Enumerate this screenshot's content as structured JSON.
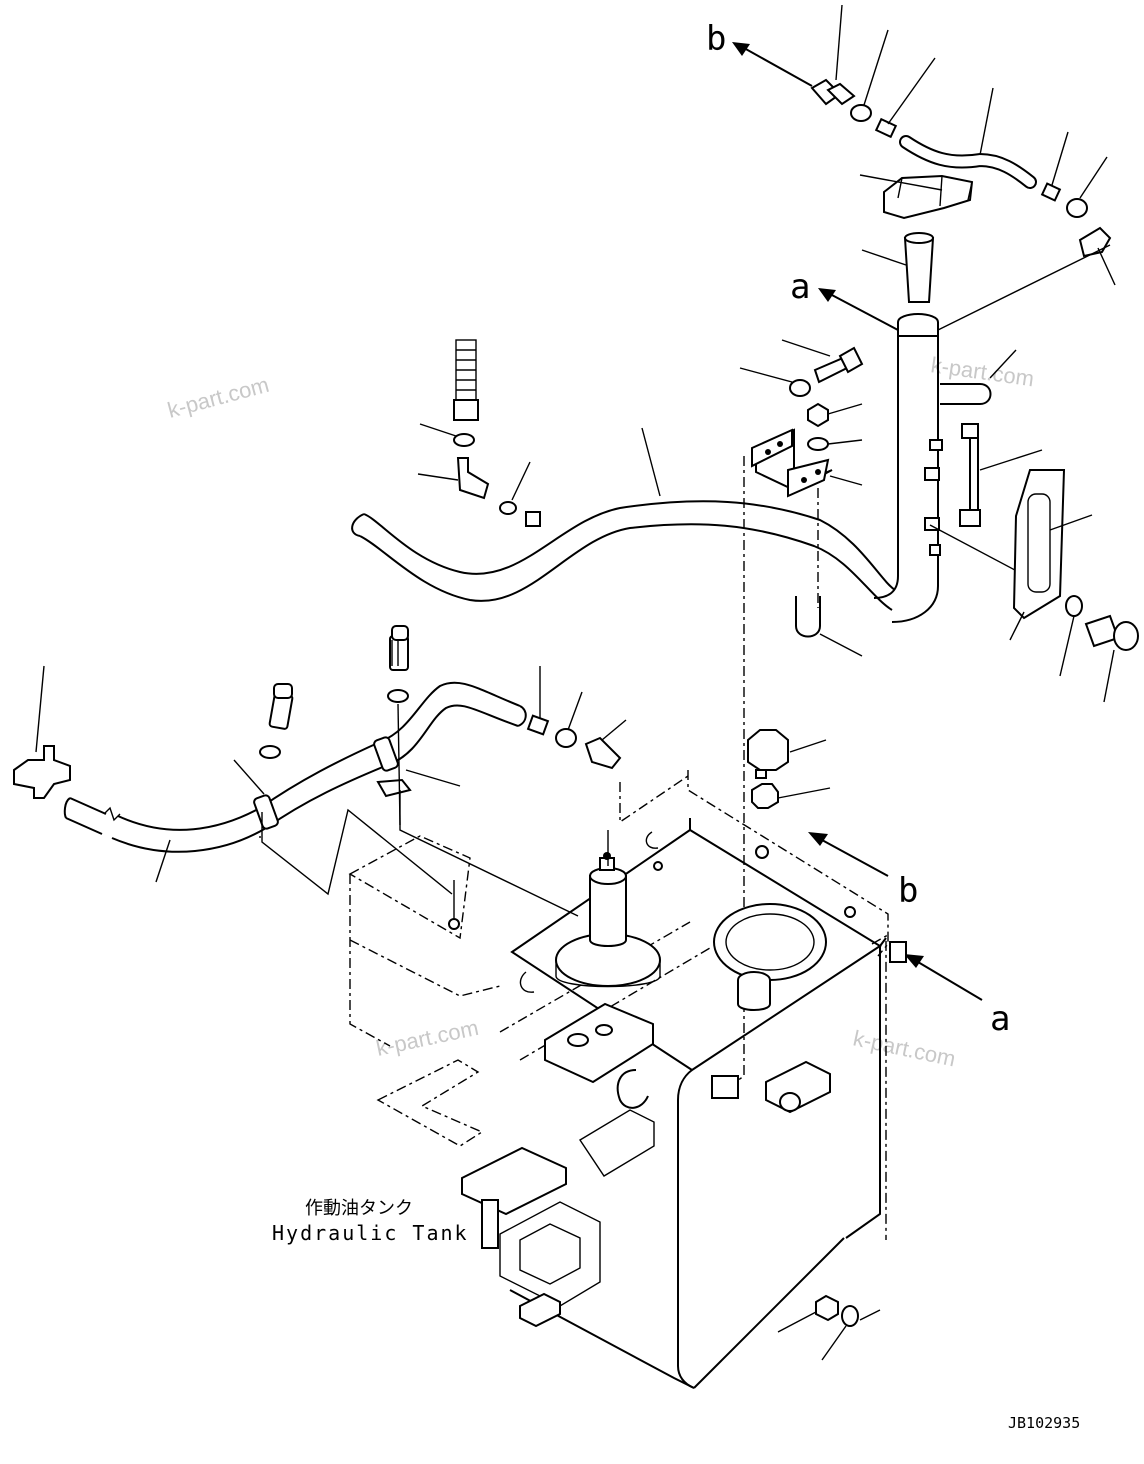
{
  "labels": {
    "arrow_b_top": "b",
    "arrow_a_top": "a",
    "arrow_b_bottom": "b",
    "arrow_a_bottom": "a",
    "tank_label_jp": "作動油タンク",
    "tank_label_en": "Hydraulic Tank",
    "drawing_number": "JB102935"
  },
  "watermarks": [
    "k-part.com",
    "k-part.com",
    "k-part.com",
    "k-part.com"
  ]
}
